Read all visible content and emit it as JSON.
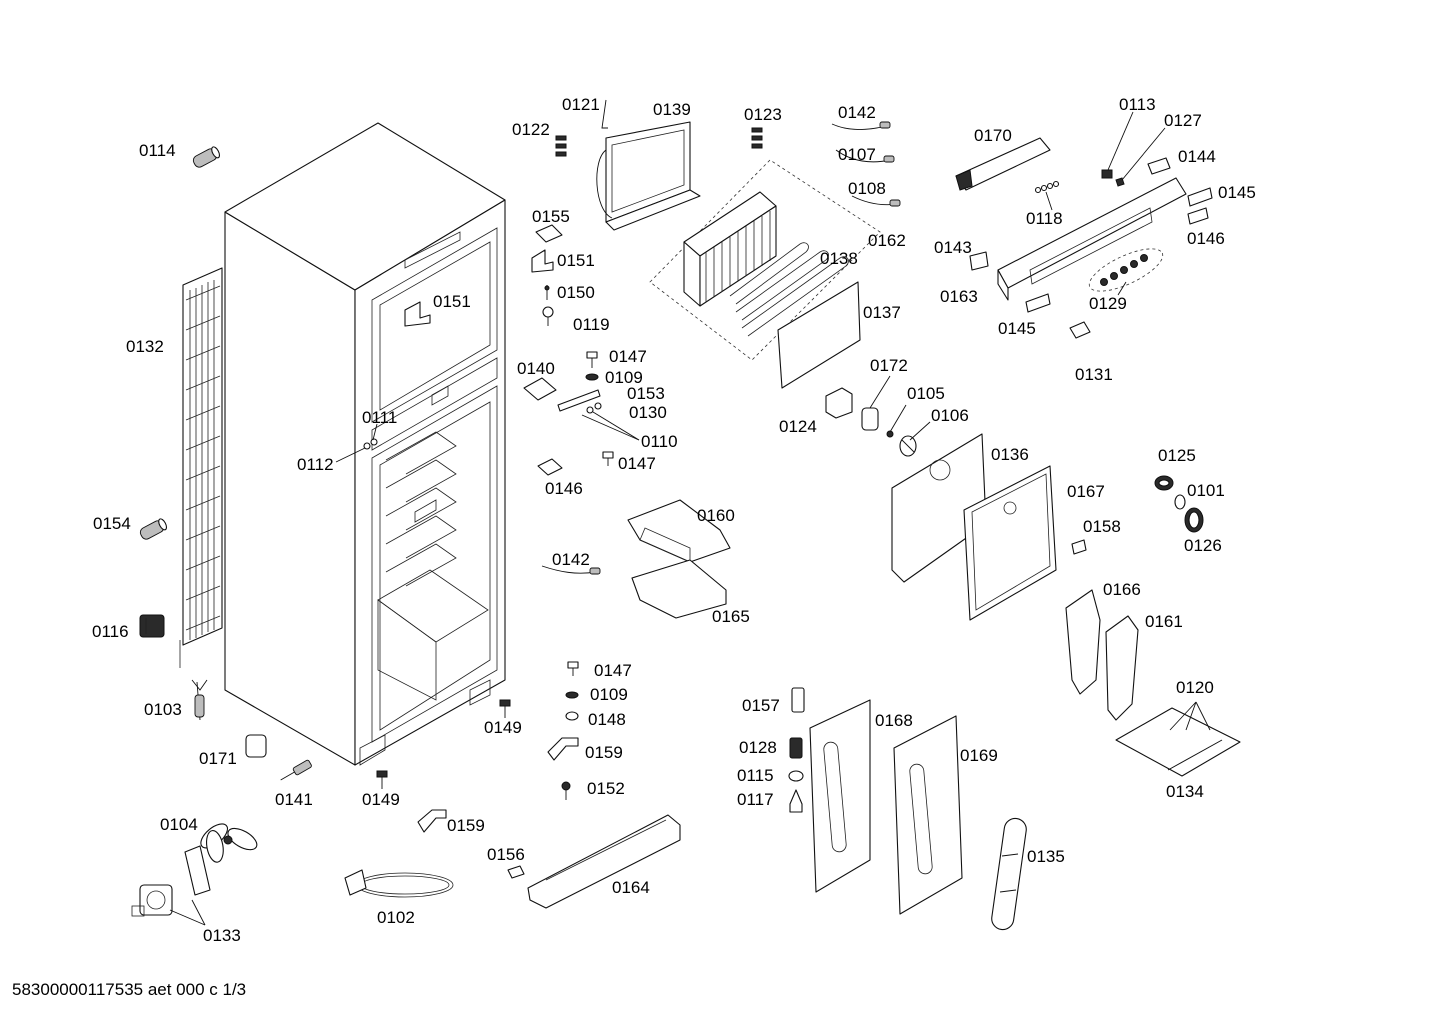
{
  "diagram": {
    "footer": "58300000117535 aet 000 c 1/3",
    "labels": [
      "0114",
      "0132",
      "0154",
      "0116",
      "0103",
      "0171",
      "0141",
      "0104",
      "0133",
      "0102",
      "0149",
      "0149",
      "0112",
      "0111",
      "0151",
      "0121",
      "0139",
      "0122",
      "0155",
      "0151",
      "0150",
      "0119",
      "0140",
      "0147",
      "0109",
      "0153",
      "0130",
      "0110",
      "0147",
      "0146",
      "0142",
      "0160",
      "0165",
      "0147",
      "0109",
      "0148",
      "0159",
      "0152",
      "0159",
      "0156",
      "0164",
      "0123",
      "0142",
      "0107",
      "0108",
      "0162",
      "0138",
      "0137",
      "0124",
      "0172",
      "0105",
      "0106",
      "0136",
      "0167",
      "0158",
      "0157",
      "0128",
      "0115",
      "0117",
      "0168",
      "0169",
      "0135",
      "0170",
      "0113",
      "0127",
      "0144",
      "0118",
      "0145",
      "0146",
      "0143",
      "0163",
      "0145",
      "0129",
      "0131",
      "0125",
      "0101",
      "0126",
      "0166",
      "0161",
      "0120",
      "0134"
    ]
  }
}
